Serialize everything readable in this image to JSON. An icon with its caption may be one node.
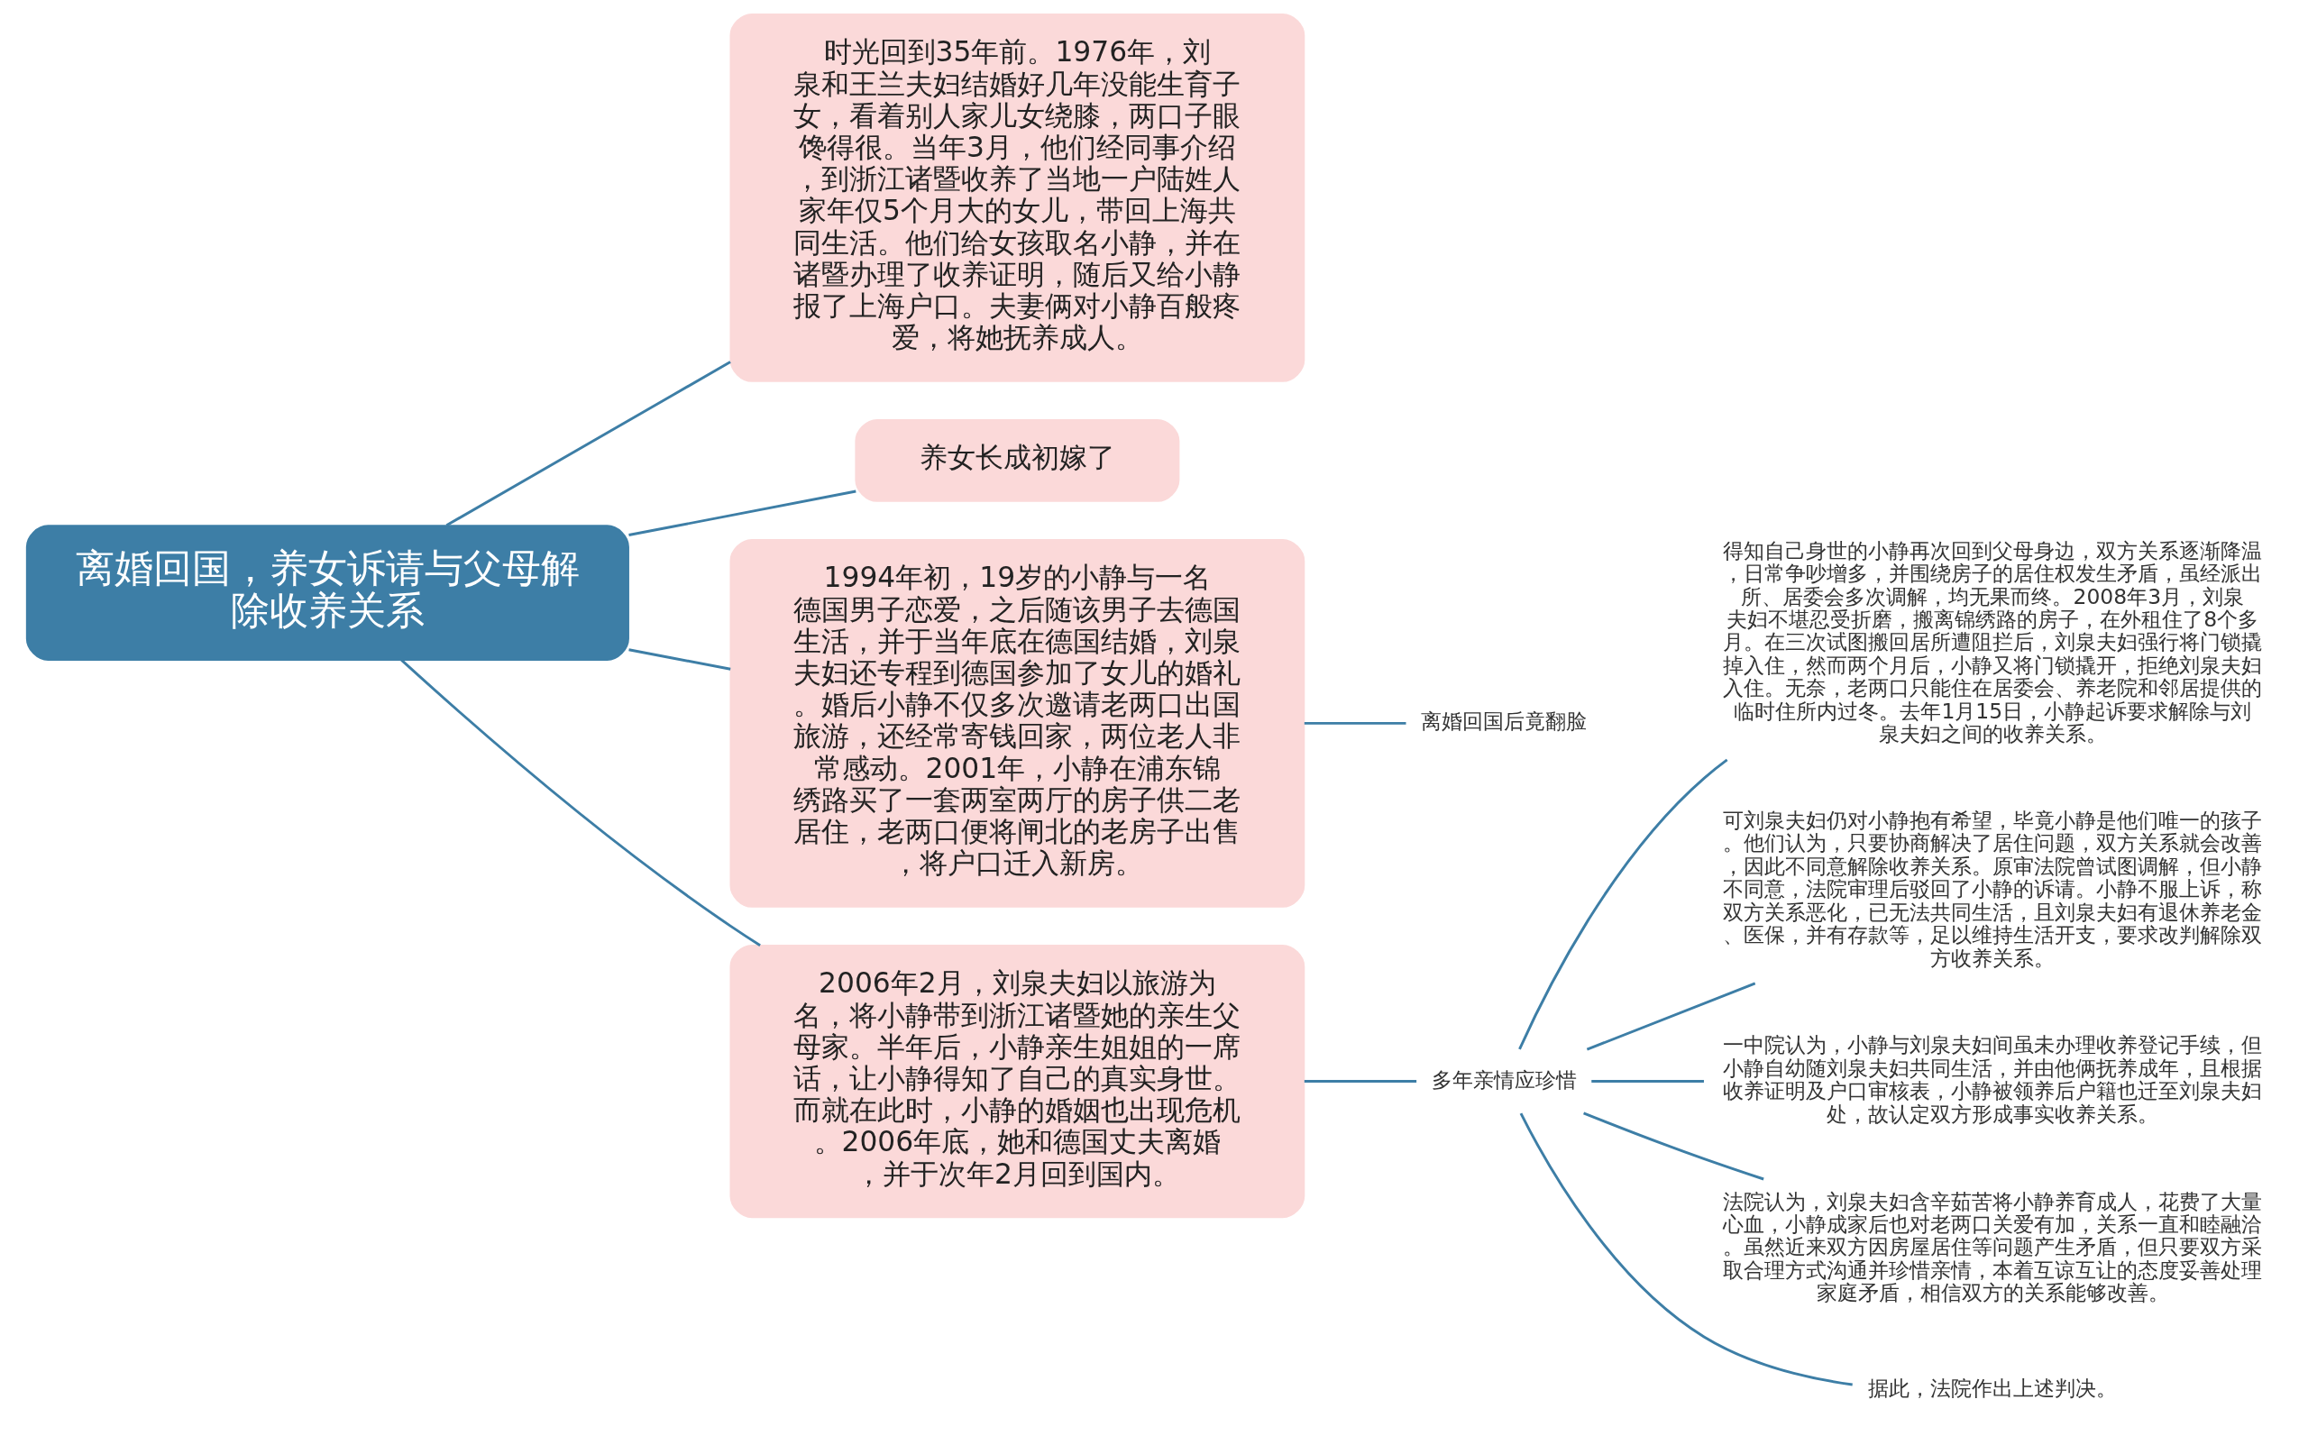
{
  "diagram": {
    "nodes": [
      {
        "text": [
          "离婚回国，养女诉请与父母解除收养关系"
        ]
      },
      {
        "text": [
          "时光回到35年前。1976年，刘泉和王兰夫妇结婚好几年没能生育子女，看着别人家儿女绕膝，两口子眼馋得很。当年3月，他们经同事介绍，到浙江诸暨收养了当地一户陆姓人家年仅5个月大的女儿，带回上海共同生活。他们给女孩取名小静，并在诸暨办理了收养证明，随后又给小静报了上海户口。夫妻俩对小静百般疼爱，将她抚养成人。"
        ]
      },
      {
        "text": [
          "养女长成初嫁了"
        ]
      },
      {
        "text": [
          "1994年初，19岁的小静与一名德国男子恋爱，之后随该男子去德国生活，并于当年底在德国结婚，刘泉夫妇还专程到德国参加了女儿的婚礼。婚后小静不仅多次邀请老两口出国旅游，还经常寄钱回家，两位老人非常感动。2001年，小静在浦东锦绣路买了一套两室两厅的房子供二老居住，老两口便将闸北的老房子出售，将户口迁入新房。"
        ]
      },
      {
        "text": [
          "2006年2月，刘泉夫妇以旅游为名，将小静带到浙江诸暨她的亲生父母家。半年后，小静亲生姐姐的一席话，让小静得知了自己的真实身世。而就在此时，小静的婚姻也出现危机。2006年底，她和德国丈夫离婚，并于次年2月回到国内。"
        ]
      },
      {
        "text": [
          "离婚回国后竟翻脸"
        ]
      },
      {
        "text": [
          "多年亲情应珍惜"
        ]
      },
      {
        "text": [
          "得知自己身世的小静再次回到父母身边，双方关系逐渐降温，日常争吵增多，并围绕房子的居住权发生矛盾，虽经派出所、居委会多次调解，均无果而终。2008年3月，刘泉夫妇不堪忍受折磨，搬离锦绣路的房子，在外租住了8个多月。在三次试图搬回居所遭阻拦后，刘泉夫妇强行将门锁撬掉入住，然而两个月后，小静又将门锁撬开，拒绝刘泉夫妇入住。无奈，老两口只能住在居委会、养老院和邻居提供的临时住所内过冬。去年1月15日，小静起诉要求解除与刘泉夫妇之间的收养关系。"
        ]
      },
      {
        "text": [
          "可刘泉夫妇仍对小静抱有希望，毕竟小静是他们唯一的孩子。他们认为，只要协商解决了居住问题，双方关系就会改善，因此不同意解除收养关系。原审法院曾试图调解，但小静不同意，法院审理后驳回了小静的诉请。小静不服上诉，称双方关系恶化，已无法共同生活，且刘泉夫妇有退休养老金、医保，并有存款等，足以维持生活开支，要求改判解除双方收养关系。"
        ]
      },
      {
        "text": [
          "一中院认为，小静与刘泉夫妇间虽未办理收养登记手续，但小静自幼随刘泉夫妇共同生活，并由他俩抚养成年，且根据收养证明及户口审核表，小静被领养后户籍也迁至刘泉夫妇处，故认定双方形成事实收养关系。"
        ]
      },
      {
        "text": [
          "法院认为，刘泉夫妇含辛茹苦将小静养育成人，花费了大量心血，小静成家后也对老两口关爱有加，关系一直和睦融洽。虽然近来双方因房屋居住等问题产生矛盾，但只要双方采取合理方式沟通并珍惜亲情，本着互谅互让的态度妥善处理家庭矛盾，相信双方的关系能够改善。"
        ]
      },
      {
        "text": [
          "据此，法院作出上述判决。"
        ]
      }
    ],
    "edges": [
      {
        "from": 0,
        "to": 1,
        "arrow": "none"
      },
      {
        "from": 0,
        "to": 2,
        "arrow": "none"
      },
      {
        "from": 0,
        "to": 3,
        "arrow": "none"
      },
      {
        "from": 0,
        "to": 4,
        "arrow": "none"
      },
      {
        "from": 3,
        "to": 5,
        "arrow": "none"
      },
      {
        "from": 4,
        "to": 6,
        "arrow": "none"
      },
      {
        "from": 6,
        "to": 7,
        "arrow": "none"
      },
      {
        "from": 6,
        "to": 8,
        "arrow": "none"
      },
      {
        "from": 6,
        "to": 9,
        "arrow": "none"
      },
      {
        "from": 6,
        "to": 10,
        "arrow": "none"
      },
      {
        "from": 6,
        "to": 11,
        "arrow": "none"
      }
    ]
  }
}
